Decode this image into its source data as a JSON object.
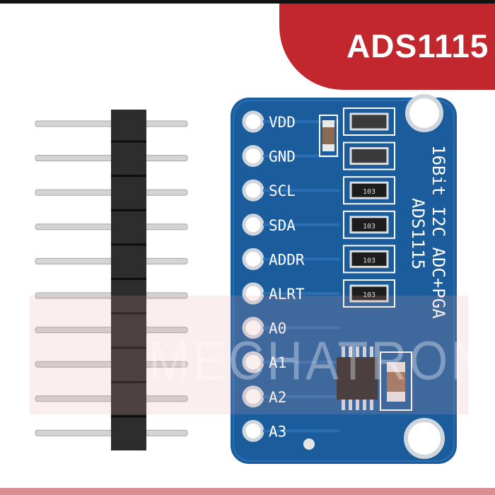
{
  "banner": {
    "title": "ADS1115"
  },
  "watermark": {
    "text": "MECHATRON"
  },
  "board": {
    "pins": [
      "VDD",
      "GND",
      "SCL",
      "SDA",
      "ADDR",
      "ALRT",
      "A0",
      "A1",
      "A2",
      "A3"
    ],
    "silkscreen_line1": "16Bit I2C ADC+PGA",
    "silkscreen_line2": "ADS1115",
    "resistor_code": "103"
  },
  "colors": {
    "banner": "#c1272d",
    "pcb": "#1b5c9c",
    "bottom_bar": "#d98e92"
  }
}
